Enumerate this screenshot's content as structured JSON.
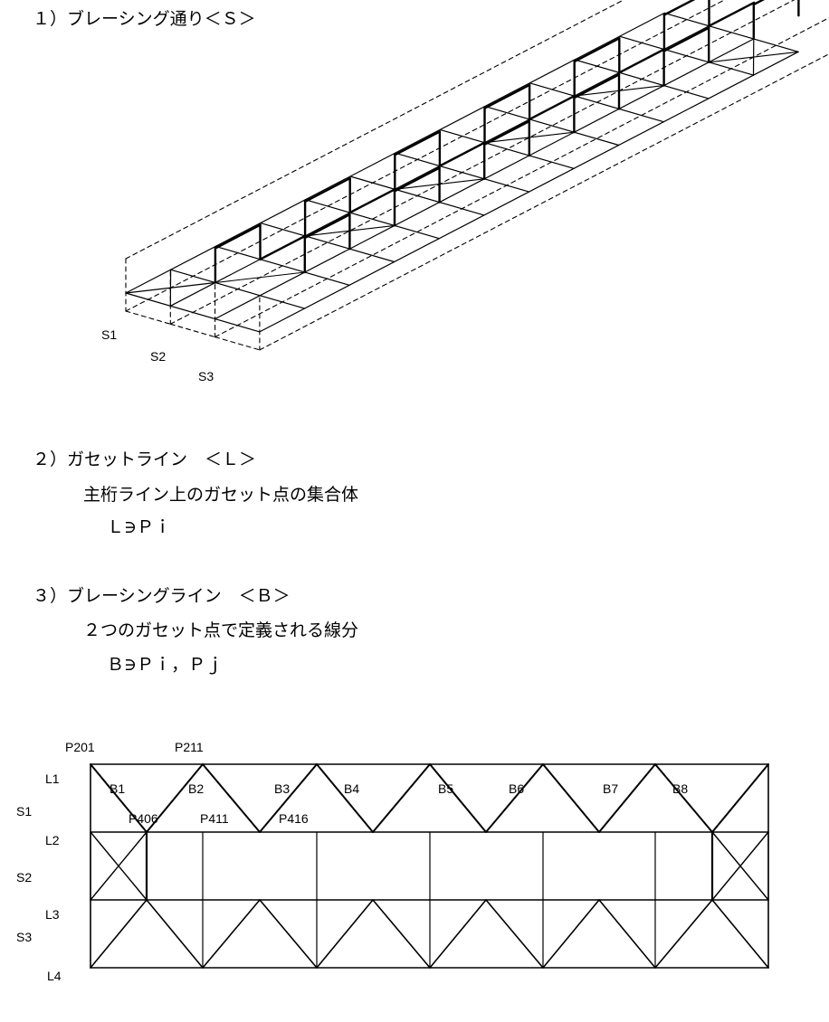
{
  "sections": {
    "s1_title": "１）ブレーシング通り＜Ｓ＞",
    "s2_title": "２）ガセットライン　＜Ｌ＞",
    "s2_desc": "主桁ライン上のガセット点の集合体",
    "s2_formula": "Ｌ∋Ｐｉ",
    "s3_title": "３）ブレーシングライン　＜Ｂ＞",
    "s3_desc": "２つのガセット点で定義される線分",
    "s3_formula": "Ｂ∋Ｐｉ，Ｐｊ"
  },
  "iso_diagram": {
    "bay_labels": [
      "S1",
      "S2",
      "S3"
    ]
  },
  "plan_diagram": {
    "point_labels_top": [
      "P201",
      "P211"
    ],
    "point_labels_inner": [
      "P406",
      "P411",
      "P416"
    ],
    "bracing_labels": [
      "B1",
      "B2",
      "B3",
      "B4",
      "B5",
      "B6",
      "B7",
      "B8"
    ],
    "line_labels": [
      "L1",
      "L2",
      "L3",
      "L4"
    ],
    "bay_labels": [
      "S1",
      "S2",
      "S3"
    ]
  }
}
